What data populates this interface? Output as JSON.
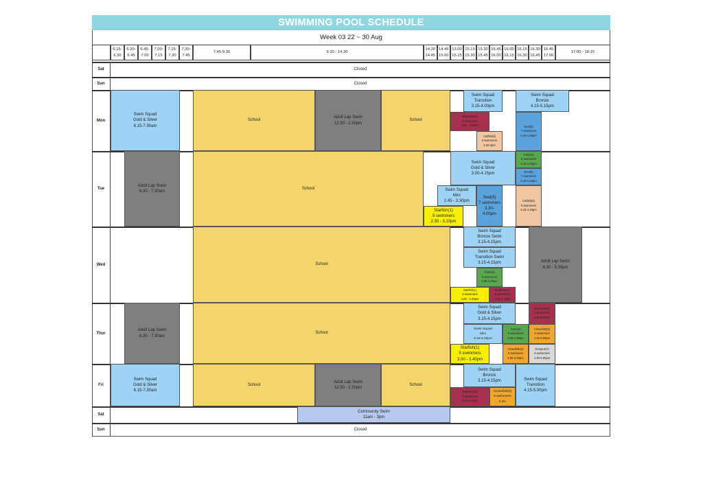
{
  "title": "SWIMMING POOL SCHEDULE",
  "week": "Week 03   22  ~  30 Aug",
  "time_headers": [
    {
      "t1": "6.15-",
      "t2": "6.30"
    },
    {
      "t1": "6.30-",
      "t2": "6.45"
    },
    {
      "t1": "6.45-",
      "t2": "7.00"
    },
    {
      "t1": "7.00-",
      "t2": "7.15"
    },
    {
      "t1": "7.15-",
      "t2": "7.30"
    },
    {
      "t1": "7.30-",
      "t2": "7.45"
    },
    {
      "t1": "7.45-9.30",
      "t2": ""
    },
    {
      "t1": "9.30 - 14.30",
      "t2": ""
    },
    {
      "t1": "14.30",
      "t2": "14.45"
    },
    {
      "t1": "14.45",
      "t2": "15.00"
    },
    {
      "t1": "13.00",
      "t2": "15.15"
    },
    {
      "t1": "15.15",
      "t2": "15.30"
    },
    {
      "t1": "15.30",
      "t2": "15.45"
    },
    {
      "t1": "15.45",
      "t2": "16.00"
    },
    {
      "t1": "16.00",
      "t2": "16.15"
    },
    {
      "t1": "16.15",
      "t2": "16.30"
    },
    {
      "t1": "16.30",
      "t2": "16.45"
    },
    {
      "t1": "16.45",
      "t2": "17.00"
    },
    {
      "t1": "17:00 - 18:15",
      "t2": ""
    }
  ],
  "days": {
    "sat1": "Sat",
    "sun1": "Sun",
    "mon": "Mon",
    "tue": "Tue",
    "wed": "Wed",
    "thu": "Thur",
    "fri": "Fri",
    "sat2": "Sat",
    "sun2": "Sun"
  },
  "closed": "Closed",
  "mon": {
    "squad_gs": [
      "Swim Squad",
      "Gold & Silver",
      "6.15-7.30am"
    ],
    "school1": "School",
    "adult_lap": [
      "Adult Lap Swim",
      "12:30 - 1:30pm"
    ],
    "school2": "School",
    "transition": [
      "Swim Squad",
      "Transition",
      "3.15-4.00pm"
    ],
    "bronze": [
      "Swim Squad",
      "Bronze",
      "4.15-5.15pm"
    ],
    "seahorse": [
      "Seahorse(2)",
      "5 swimmers",
      "3.00 - 3.40pm"
    ],
    "catfish": [
      "Catfish(6)",
      "8 swimmers",
      "3.30-4pm"
    ],
    "seal": [
      "Seal(5)",
      "7 swimmers",
      "4.15-4.45pm"
    ]
  },
  "tue": {
    "adult_lap": [
      "Adult Lap Swim",
      "6.30 - 7.30am"
    ],
    "school": "School",
    "squad_gs": [
      "Swim Squad",
      "Gold & Silver",
      "3.00-4.15pm"
    ],
    "turtle": [
      "Turtle(4)",
      "6 swimmers",
      "4.15-4.45pm"
    ],
    "seal_r": [
      "Seal(5)",
      "7 swimmers",
      "4.15-4.45pm"
    ],
    "mini": [
      "Swim Squad",
      "Mini",
      "2.45 - 3.30pm"
    ],
    "seal": [
      "Seal(5)",
      "7 swimmers",
      "3.30-",
      "4.00pm"
    ],
    "catfish": [
      "Catfish(6)",
      "8 swimmers",
      "4.15-4.45pm"
    ],
    "starfish": [
      "Starfish(1)",
      "5 swimmers",
      "2.30 - 3.10pm"
    ]
  },
  "wed": {
    "school": "School",
    "bronze": [
      "Swim Squad",
      "Bronze Swim",
      "3.15-4.15pm"
    ],
    "transition": [
      "Swim Squad",
      "Transition Swim",
      "3.15-4.15pm"
    ],
    "turtle": [
      "Turtle(4)",
      "6 swimmers",
      "3.30-4.00pm"
    ],
    "adult_lap": [
      "Adult Lap Swim",
      "4.30 - 5.30pm"
    ],
    "starfish": [
      "Starfish(1)",
      "5 swimmers",
      "3.00 - 3.40pm"
    ],
    "seahorse": [
      "Seahorse(2)",
      "5 swimmers",
      "3.45-4.15pm"
    ]
  },
  "thu": {
    "adult_lap": [
      "Adult Lap Swim",
      "6.30 - 7.30am"
    ],
    "school": "School",
    "squad_gs": [
      "Swim Squad",
      "Gold & Silver",
      "3.15-4.15pm"
    ],
    "seahorse": [
      "Seahorse(2)",
      "5 swimmers",
      "4.30-5.00pm"
    ],
    "mini": [
      "Swim Squad",
      "Mini",
      "3.15-4.00pm"
    ],
    "turtle": [
      "Turtle(4)",
      "6 swimmers",
      "4.00-4.30pm"
    ],
    "clownfish_r": [
      "Clownfish(3)",
      "6 swimmers",
      "4.30-5.00pm"
    ],
    "starfish": [
      "Starfish(1)",
      "5 swimmers",
      "3.00 - 3.40pm"
    ],
    "clownfish": [
      "Clownfish(3)",
      "8 swimmers",
      "4.00-4.30pm"
    ],
    "octopus": [
      "Octopus(7)",
      "8 swimmers",
      "4.30-5.00pm"
    ]
  },
  "fri": {
    "squad_gs": [
      "Swim Squad",
      "Gold & Silver",
      "6.15-7.30am"
    ],
    "school1": "School",
    "adult_lap": [
      "Adult Lap Swim",
      "12:30 - 1:30pm"
    ],
    "school2": "School",
    "bronze": [
      "Swim Squad",
      "Bronze",
      "3.15-4.15pm"
    ],
    "transition": [
      "Swim Squad",
      "Transition",
      "4.15-5.00pm"
    ],
    "seahorse": [
      "Seahorse(2)",
      "5 swimmers",
      "3.00-3.40pm"
    ],
    "clownfish": [
      "Clownfish(3)",
      "6 swimmers",
      "3.45-"
    ]
  },
  "sat2": {
    "community": [
      "Community Swim",
      "11am - 3pm"
    ]
  },
  "colors": {
    "title_bar": "#8fd6e1",
    "school": "#f4d56c",
    "adult_lap": "#7f7f7f",
    "squad": "#9fd3f6",
    "seal": "#5aa3dd",
    "seahorse": "#a8304f",
    "catfish": "#f0c6a3",
    "turtle": "#59a84f",
    "starfish": "#f8f000",
    "clownfish": "#f1a62f",
    "octopus": "#d9d9d9",
    "community": "#b8c9f0"
  }
}
